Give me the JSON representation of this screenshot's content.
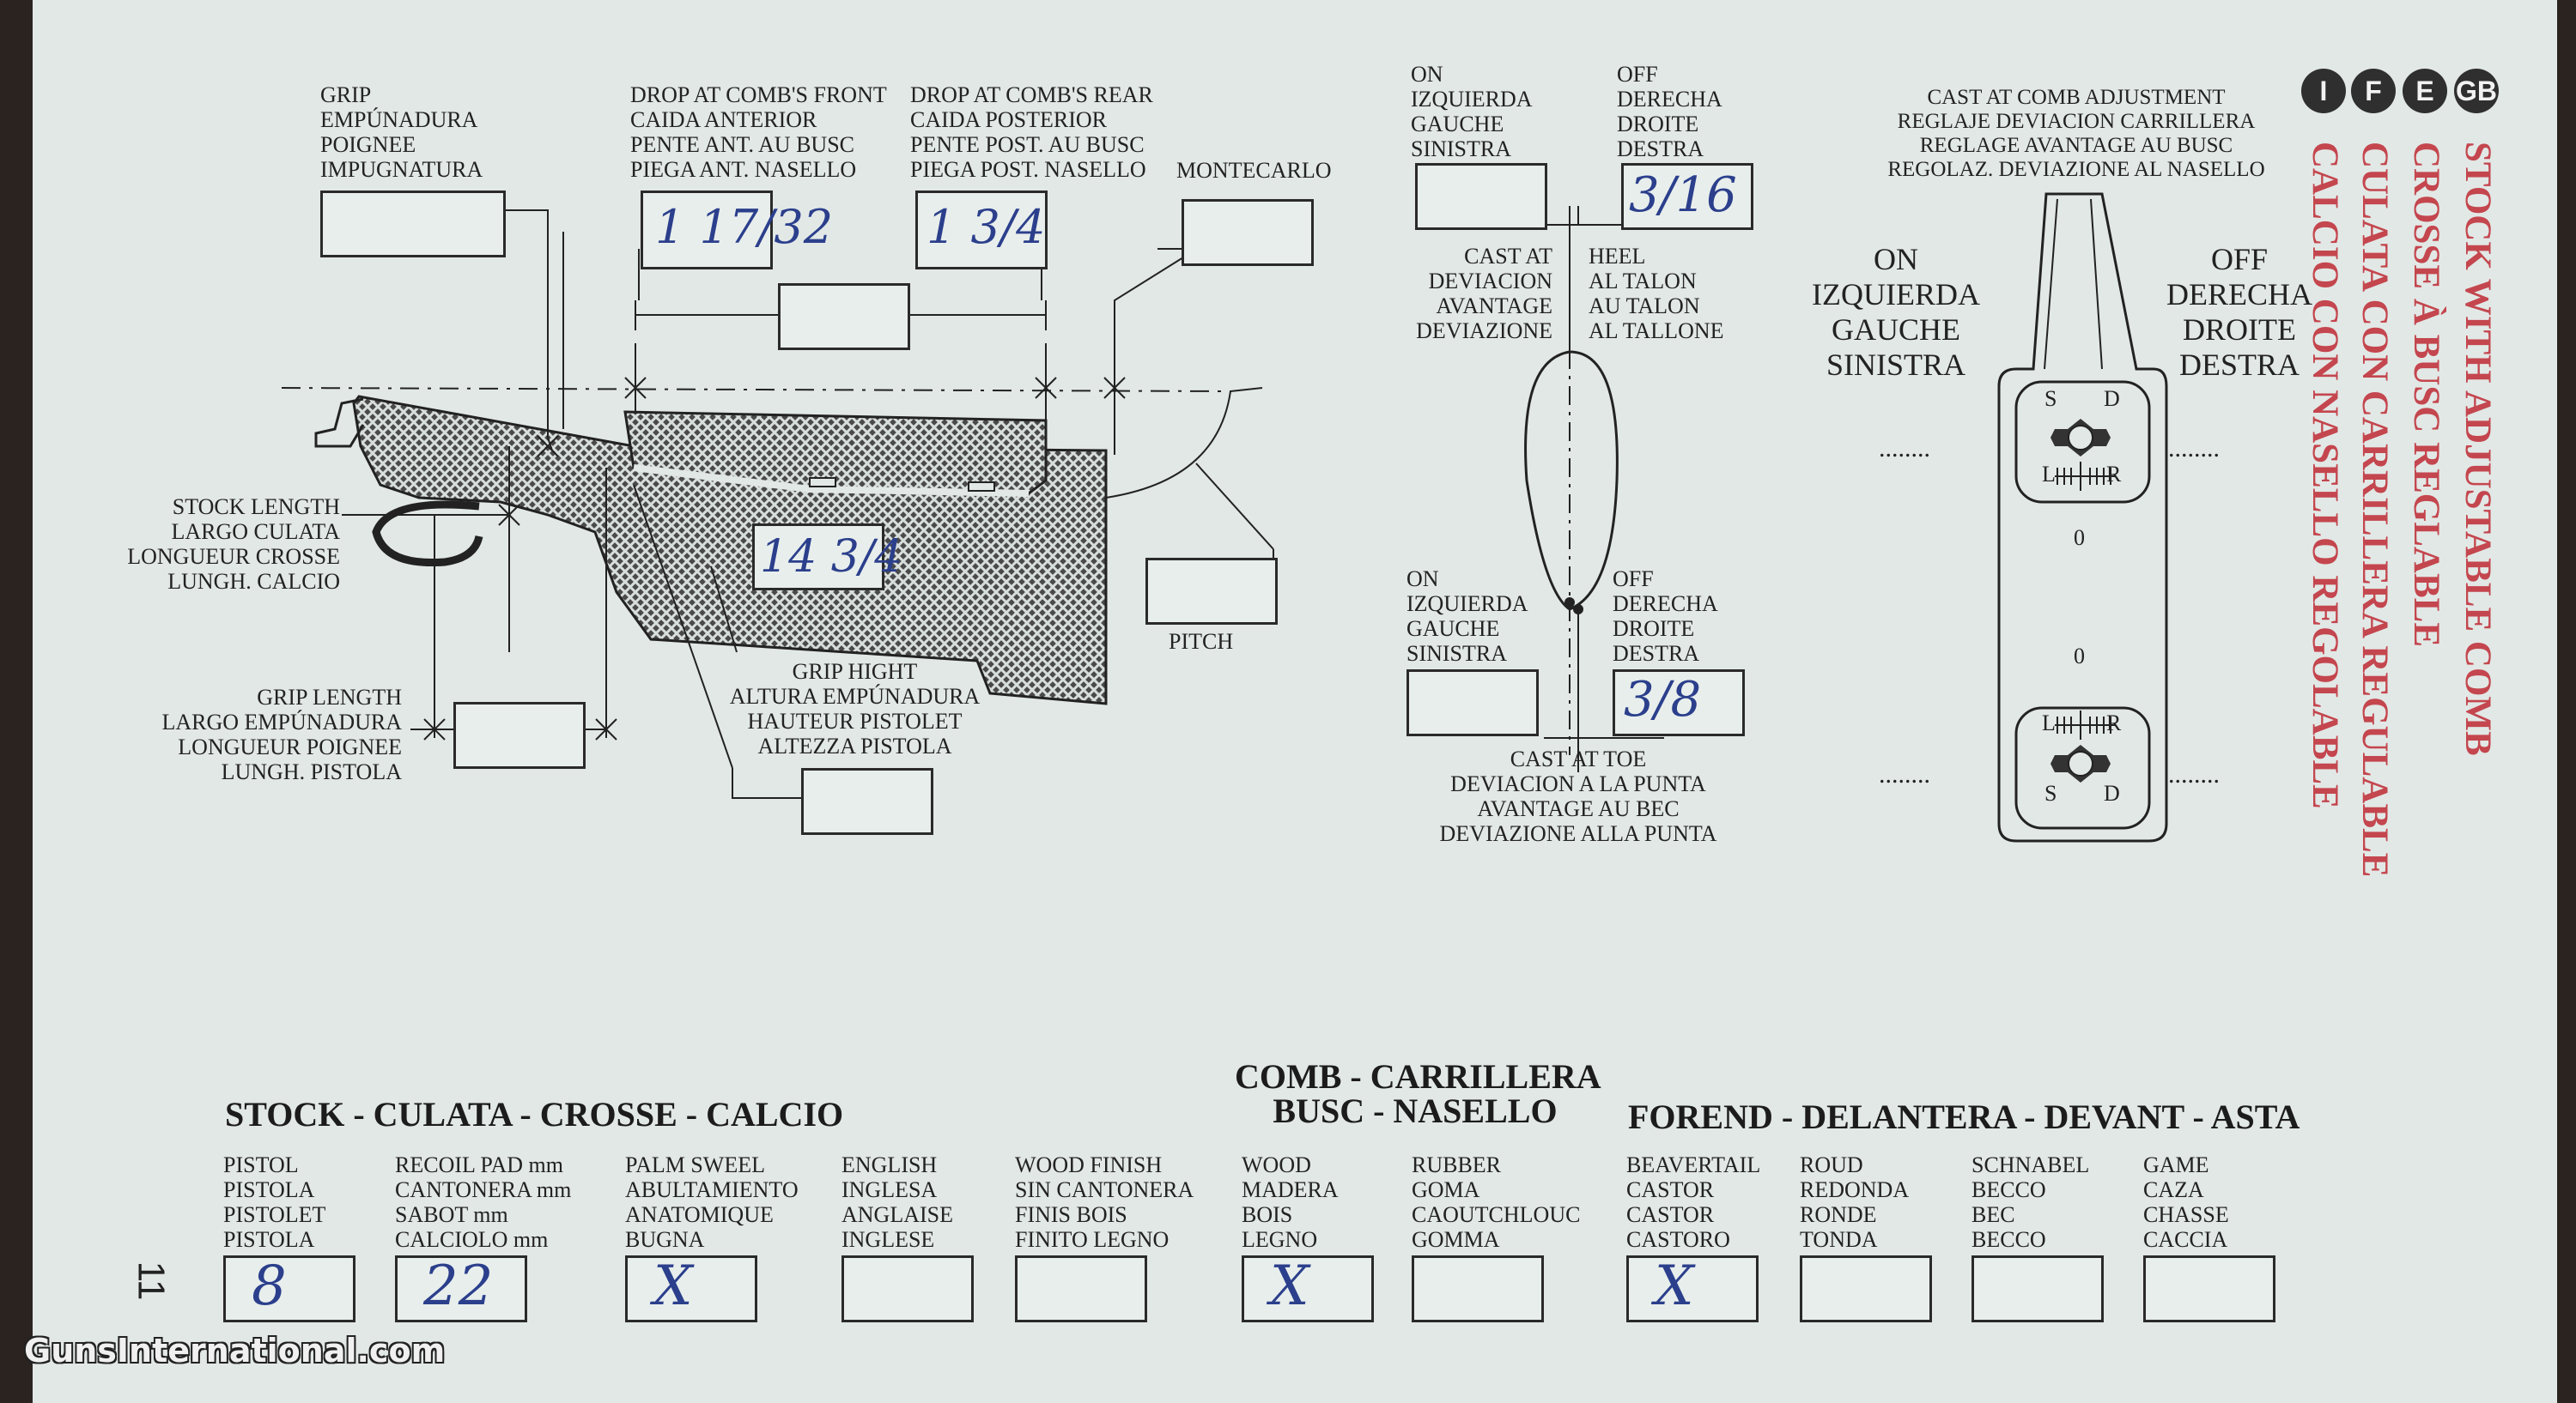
{
  "stock_diagram": {
    "grip_label": "GRIP\nEMPÚNADURA\nPOIGNEE\nIMPUGNATURA",
    "drop_front_label": "DROP AT COMB'S FRONT\nCAIDA ANTERIOR\nPENTE ANT. AU BUSC\nPIEGA ANT. NASELLO",
    "drop_rear_label": "DROP AT COMB'S REAR\nCAIDA POSTERIOR\nPENTE POST. AU BUSC\nPIEGA POST. NASELLO",
    "montecarlo_label": "MONTECARLO",
    "stock_length_label": "STOCK LENGTH\nLARGO CULATA\nLONGUEUR CROSSE\nLUNGH. CALCIO",
    "pitch_label": "PITCH",
    "grip_length_label": "GRIP LENGTH\nLARGO EMPÚNADURA\nLONGUEUR POIGNEE\nLUNGH. PISTOLA",
    "grip_height_label": "GRIP HIGHT\nALTURA EMPÚNADURA\nHAUTEUR PISTOLET\nALTEZZA PISTOLA",
    "handwritten": {
      "drop_front": "1 17/32",
      "drop_rear": "1 3/4",
      "stock_length": "14 3/4"
    }
  },
  "cast_diagram": {
    "on_top": "ON\nIZQUIERDA\nGAUCHE\nSINISTRA",
    "off_top": "OFF\nDERECHA\nDROITE\nDESTRA",
    "cast_at_heel": "CAST AT\nDEVIACION\nAVANTAGE\nDEVIAZIONE",
    "heel": "HEEL\nAL TALON\nAU TALON\nAL TALLONE",
    "on_bottom": "ON\nIZQUIERDA\nGAUCHE\nSINISTRA",
    "off_bottom": "OFF\nDERECHA\nDROITE\nDESTRA",
    "cast_at_toe": "CAST AT TOE\nDEVIACION A LA PUNTA\nAVANTAGE AU BEC\nDEVIAZIONE ALLA PUNTA",
    "handwritten": {
      "heel_off": "3/16",
      "toe_off": "3/8"
    }
  },
  "comb_adjustment": {
    "title": "CAST AT COMB ADJUSTMENT\nREGLAJE DEVIACION CARRILLERA\nREGLAGE AVANTAGE AU BUSC\nREGOLAZ. DEVIAZIONE AL NASELLO",
    "on": "ON\nIZQUIERDA\nGAUCHE\nSINISTRA",
    "off": "OFF\nDERECHA\nDROITE\nDESTRA",
    "dots": "........",
    "scale_s": "S",
    "scale_d": "D",
    "scale_l": "L",
    "scale_r": "R",
    "scale_zero": "0"
  },
  "side_title": {
    "lang_codes": [
      "GB",
      "E",
      "F",
      "I"
    ],
    "lines": [
      "STOCK WITH ADJUSTABLE COMB",
      "CROSSE À BUSC REGLABLE",
      "CULATA CON CARRILLERA REGULABLE",
      "CALCIO CON NASELLO REGOLABLE"
    ]
  },
  "options": {
    "stock_heading": "STOCK - CULATA - CROSSE - CALCIO",
    "comb_heading": "COMB - CARRILLERA\nBUSC - NASELLO",
    "forend_heading": "FOREND - DELANTERA - DEVANT - ASTA",
    "items": [
      {
        "label": "PISTOL\nPISTOLA\nPISTOLET\nPISTOLA",
        "mark": "8"
      },
      {
        "label": "RECOIL PAD mm\nCANTONERA mm\nSABOT mm\nCALCIOLO mm",
        "mark": "22"
      },
      {
        "label": "PALM SWEEL\nABULTAMIENTO\nANATOMIQUE\nBUGNA",
        "mark": "X"
      },
      {
        "label": "ENGLISH\nINGLESA\nANGLAISE\nINGLESE",
        "mark": ""
      },
      {
        "label": "WOOD FINISH\nSIN CANTONERA\nFINIS BOIS\nFINITO LEGNO",
        "mark": ""
      },
      {
        "label": "WOOD\nMADERA\nBOIS\nLEGNO",
        "mark": "X"
      },
      {
        "label": "RUBBER\nGOMA\nCAOUTCHLOUC\nGOMMA",
        "mark": ""
      },
      {
        "label": "BEAVERTAIL\nCASTOR\nCASTOR\nCASTORO",
        "mark": "X"
      },
      {
        "label": "ROUD\nREDONDA\nRONDE\nTONDA",
        "mark": ""
      },
      {
        "label": "SCHNABEL\nBECCO\nBEC\nBECCO",
        "mark": ""
      },
      {
        "label": "GAME\nCAZA\nCHASSE\nCACCIA",
        "mark": ""
      }
    ]
  },
  "page_number": "11",
  "watermark": "GunsInternational.com"
}
